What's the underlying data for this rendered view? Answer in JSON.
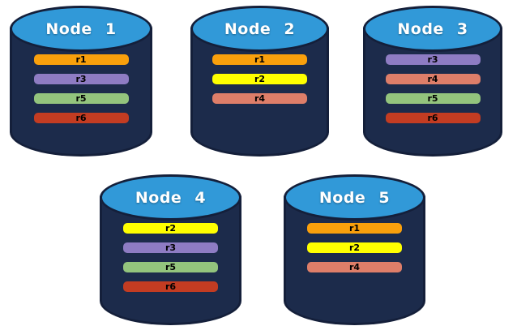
{
  "diagram": {
    "description": "Five database node cylinders showing replica placement",
    "colors": {
      "cylinder_body": "#1C2B4B",
      "cylinder_outline": "#141F3A",
      "cylinder_top": "#3199D8",
      "node_label_text": "#FFFFFF",
      "replica_label_text": "#000000",
      "background": "#FFFFFF"
    },
    "replica_palette": {
      "r1": "#F9A00C",
      "r2": "#FFFF00",
      "r3": "#8E7CC3",
      "r4": "#DE7E69",
      "r5": "#93C47D",
      "r6": "#C33C22"
    },
    "nodes": [
      {
        "label": "Node 1",
        "replicas": [
          {
            "label": "r1",
            "color": "#F9A00C"
          },
          {
            "label": "r3",
            "color": "#8E7CC3"
          },
          {
            "label": "r5",
            "color": "#93C47D"
          },
          {
            "label": "r6",
            "color": "#C33C22"
          }
        ]
      },
      {
        "label": "Node 2",
        "replicas": [
          {
            "label": "r1",
            "color": "#F9A00C"
          },
          {
            "label": "r2",
            "color": "#FFFF00"
          },
          {
            "label": "r4",
            "color": "#DE7E69"
          }
        ]
      },
      {
        "label": "Node 3",
        "replicas": [
          {
            "label": "r3",
            "color": "#8E7CC3"
          },
          {
            "label": "r4",
            "color": "#DE7E69"
          },
          {
            "label": "r5",
            "color": "#93C47D"
          },
          {
            "label": "r6",
            "color": "#C33C22"
          }
        ]
      },
      {
        "label": "Node 4",
        "replicas": [
          {
            "label": "r2",
            "color": "#FFFF00"
          },
          {
            "label": "r3",
            "color": "#8E7CC3"
          },
          {
            "label": "r5",
            "color": "#93C47D"
          },
          {
            "label": "r6",
            "color": "#C33C22"
          }
        ]
      },
      {
        "label": "Node 5",
        "replicas": [
          {
            "label": "r1",
            "color": "#F9A00C"
          },
          {
            "label": "r2",
            "color": "#FFFF00"
          },
          {
            "label": "r4",
            "color": "#DE7E69"
          }
        ]
      }
    ]
  }
}
